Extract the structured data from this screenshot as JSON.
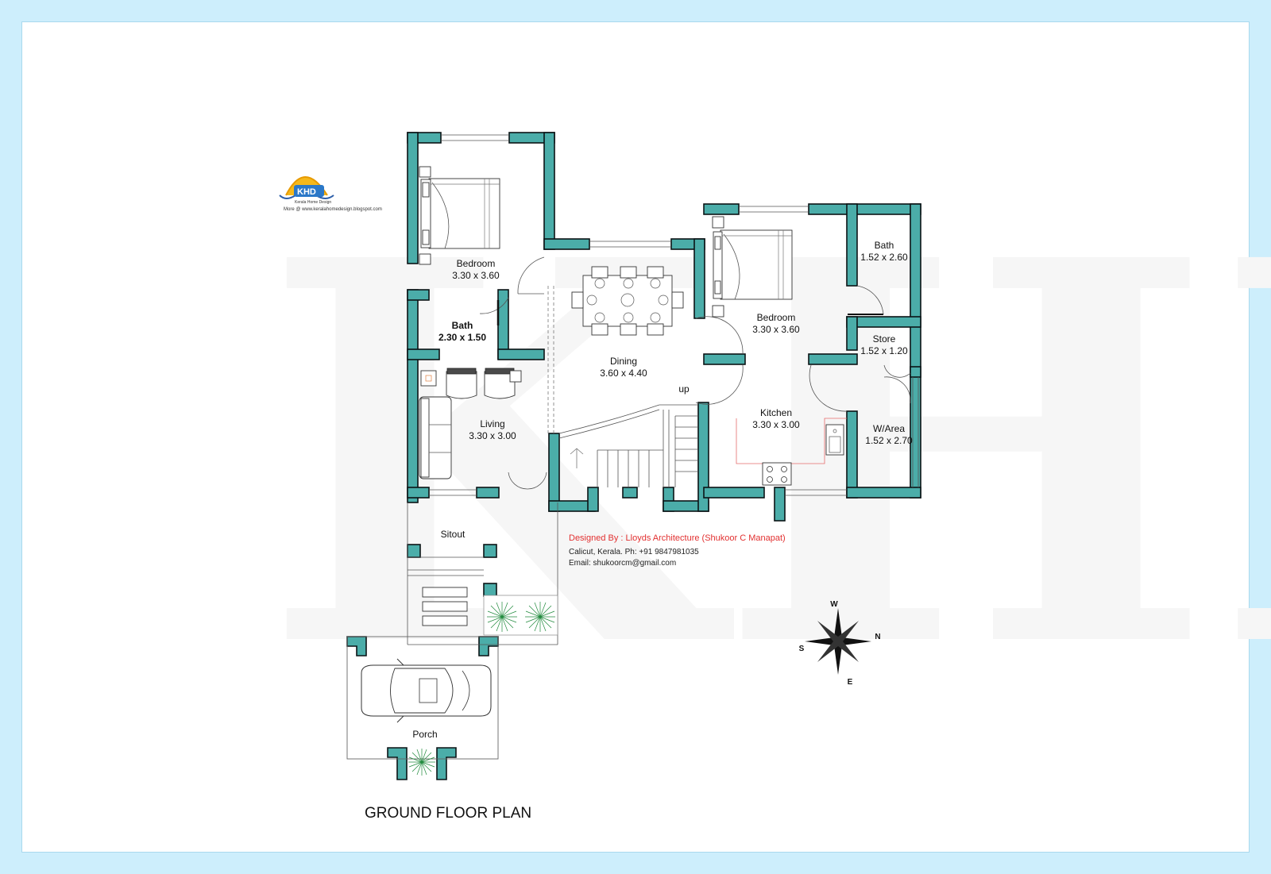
{
  "rooms": {
    "bedroom1": {
      "name": "Bedroom",
      "size": "3.30 x 3.60"
    },
    "bath1": {
      "name": "Bath",
      "size": "2.30 x 1.50"
    },
    "living": {
      "name": "Living",
      "size": "3.30 x 3.00"
    },
    "dining": {
      "name": "Dining",
      "size": "3.60 x 4.40"
    },
    "stairs": {
      "name": "up"
    },
    "bedroom2": {
      "name": "Bedroom",
      "size": "3.30 x 3.60"
    },
    "bath2": {
      "name": "Bath",
      "size": "1.52 x 2.60"
    },
    "store": {
      "name": "Store",
      "size": "1.52 x 1.20"
    },
    "kitchen": {
      "name": "Kitchen",
      "size": "3.30 x 3.00"
    },
    "warea": {
      "name": "W/Area",
      "size": "1.52 x 2.70"
    },
    "sitout": {
      "name": "Sitout"
    },
    "porch": {
      "name": "Porch"
    }
  },
  "title": "GROUND FLOOR PLAN",
  "credits": {
    "designer": "Designed By : Lloyds Architecture (Shukoor C Manapat)",
    "location": "Calicut, Kerala. Ph: +91 9847981035",
    "email": "Email: shukoorcm@gmail.com"
  },
  "compass": {
    "w": "W",
    "n": "N",
    "s": "S",
    "e": "E"
  },
  "logo": {
    "mark": "KHD",
    "sub": "Kerala Home Design",
    "url": "More @ www.keralahomedesign.blogspot.com"
  },
  "watermark": "KHD",
  "colors": {
    "wall": "#4bada9",
    "background": "#cdeefc",
    "sheet": "#ffffff"
  }
}
